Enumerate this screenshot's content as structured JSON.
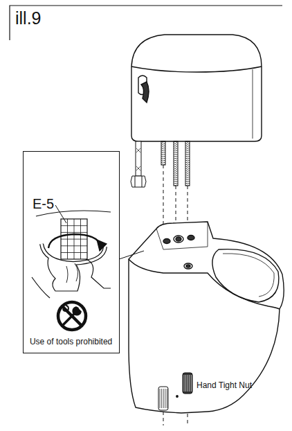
{
  "diagram": {
    "title": "ill.9",
    "nodes": [
      {
        "text": [
          "E-5",
          "Use of tools prohibited"
        ]
      }
    ],
    "labels": [
      "Hand Tight Nut"
    ]
  }
}
